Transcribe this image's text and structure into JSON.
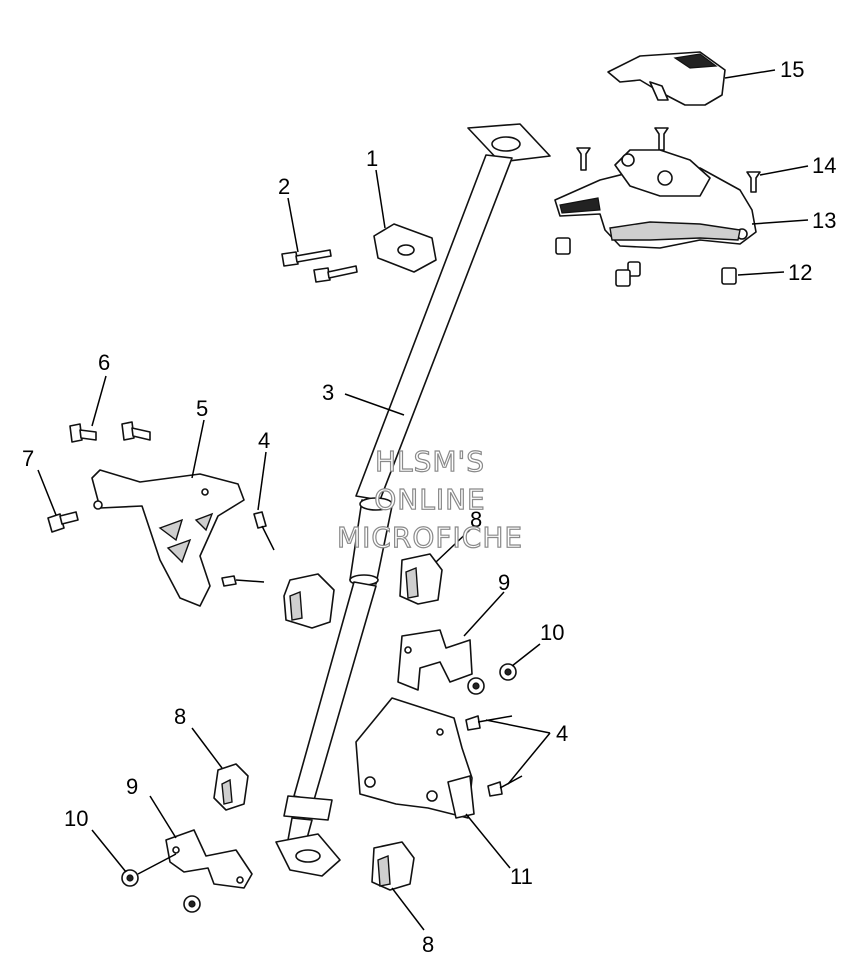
{
  "watermark": {
    "line1": "HLSM'S",
    "line2": "ONLINE",
    "line3": "MICROFICHE"
  },
  "callouts": {
    "c1": "1",
    "c2": "2",
    "c3": "3",
    "c4a": "4",
    "c4b": "4",
    "c5": "5",
    "c6": "6",
    "c7": "7",
    "c8a": "8",
    "c8b": "8",
    "c8c": "8",
    "c9a": "9",
    "c9b": "9",
    "c10a": "10",
    "c10b": "10",
    "c11": "11",
    "c12": "12",
    "c13": "13",
    "c14": "14",
    "c15": "15"
  }
}
